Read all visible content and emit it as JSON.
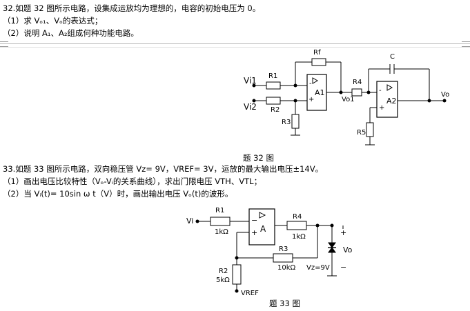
{
  "q32": {
    "title": "32.如题 32 图所示电路，设集成运放均为理想的，电容的初始电压为 0。",
    "part1": "（1）求 Vₒ₁、Vₒ的表达式；",
    "part2": "（2）说明 A₁、A₂组成何种功能电路。",
    "fig": {
      "vi1": "Vi1",
      "vi2": "Vi2",
      "r1": "R1",
      "r2": "R2",
      "r3": "R3",
      "rf": "Rf",
      "r4": "R4",
      "r5": "R5",
      "c": "C",
      "a1": "A1",
      "a2": "A2",
      "vo1": "Vo1",
      "vo": "Vo",
      "minus": "-",
      "plus": "+"
    },
    "caption": "题 32 图"
  },
  "q33": {
    "title": "33.如题 33 图所示电路，双向稳压管 Vz= 9V，VREF= 3V，运放的最大输出电压±14V。",
    "part1": "（1）画出电压比较特性（Vₒ-Vᵢ的关系曲线），求出门限电压 VTH、VTL；",
    "part2": "（2）当 Vᵢ(t)= 10sin ω t（V）时，画出输出电压 Vₒ(t)的波形。",
    "fig": {
      "vi": "Vi",
      "r1": "R1",
      "r1v": "1kΩ",
      "r2": "R2",
      "r2v": "5kΩ",
      "r3": "R3",
      "r3v": "10kΩ",
      "r4": "R4",
      "r4v": "1kΩ",
      "a": "A",
      "vz": "Vz=9V",
      "vo": "Vo",
      "vref": "VREF",
      "minus": "−",
      "plus": "+"
    },
    "caption": "题 33 图"
  }
}
